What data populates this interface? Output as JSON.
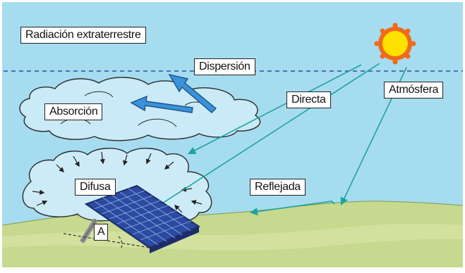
{
  "labels": {
    "extraterrestrial": "Radiación extraterrestre",
    "scattering": "Dispersión",
    "absorption": "Absorción",
    "direct": "Directa",
    "atmosphere": "Atmósfera",
    "diffuse": "Difusa",
    "reflected": "Reflejada",
    "angle": "A"
  },
  "colors": {
    "sky": "#a6dcef",
    "ground": "#c6d98e",
    "ground_band": "#d7e4a5",
    "ray": "#1fa3a0",
    "thick_arrow": "#3a92d8",
    "sun": "#ffe100",
    "sun_ring": "#f06a1a",
    "panel": "#2c4aa0",
    "panel_frame": "#1d2c6b",
    "cloud": "#c9eaf6",
    "diffuse_cloud": "#cdebf7",
    "outline": "#2a2a2a",
    "atmosphere_line": "#2b4fa6"
  },
  "icons": {
    "sun": "sun-icon",
    "solar_panel": "solar-panel-icon"
  }
}
